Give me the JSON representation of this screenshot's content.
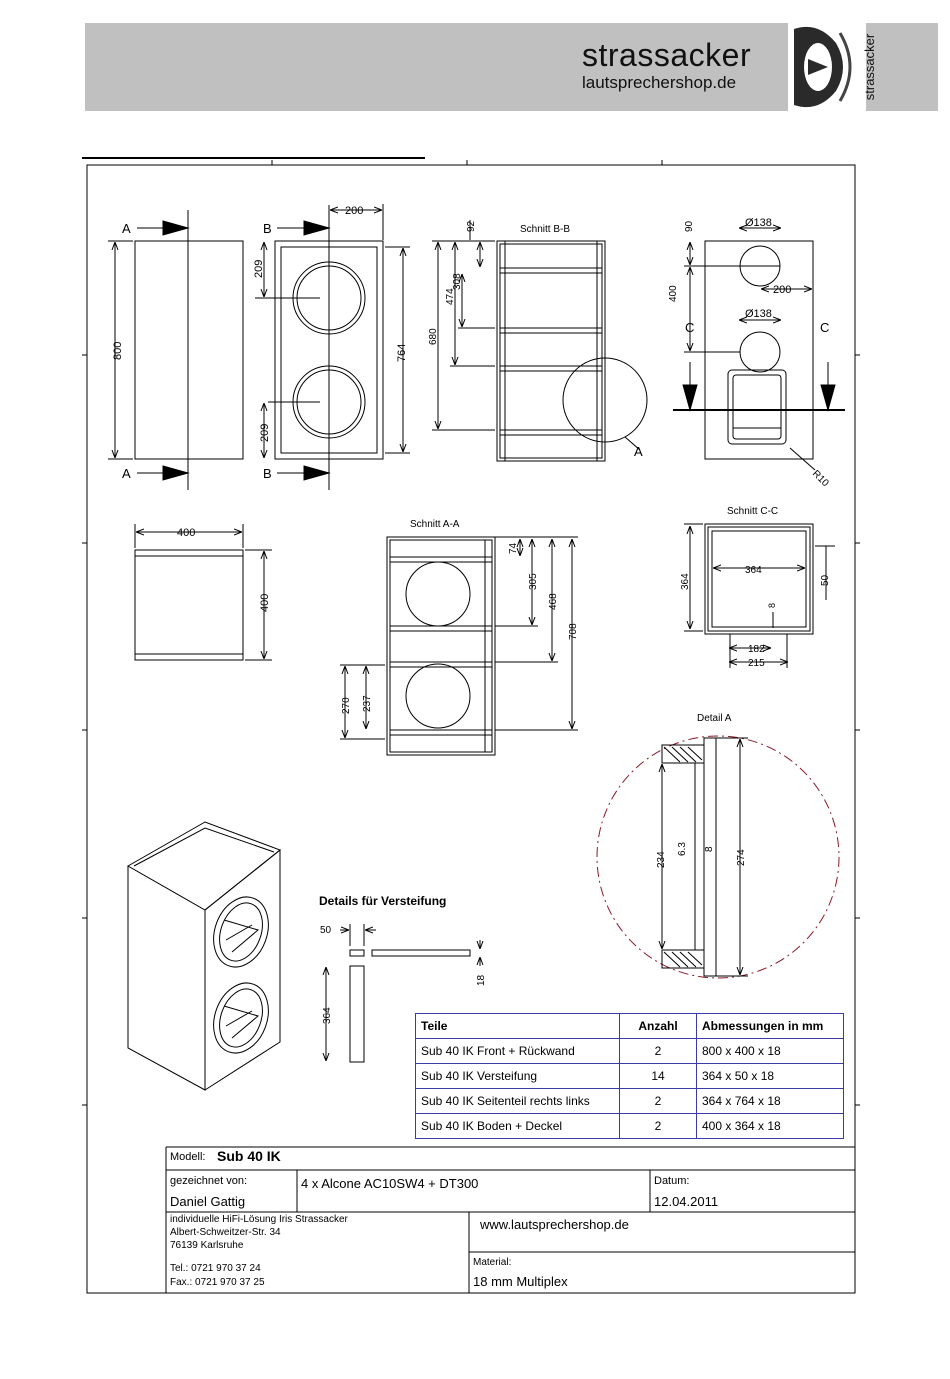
{
  "header": {
    "brand_name": "strassacker",
    "brand_url": "lautsprechershop.de",
    "logo_vertical_text": "strassacker",
    "logo_icon": "speaker-logo-icon",
    "banner_color": "#c0c0c0"
  },
  "drawing": {
    "front_view": {
      "section_a_label": "A",
      "section_b_label": "B",
      "height": "800",
      "width_top": "200",
      "top_offset": "209",
      "bottom_offset": "209",
      "inner_height": "764"
    },
    "schnitt_bb": {
      "title": "Schnitt B-B",
      "dim_top": "92",
      "dim_308": "308",
      "dim_474": "474",
      "dim_680": "680",
      "detail_label": "A"
    },
    "back_view": {
      "dia_top": "Ø138",
      "dia_bottom": "Ø138",
      "dim_90": "90",
      "dim_400": "400",
      "dim_200": "200",
      "section_c_label": "C",
      "radius": "R10"
    },
    "top_view": {
      "width": "400",
      "depth": "400"
    },
    "schnitt_aa": {
      "title": "Schnitt A-A",
      "dim_74": "74",
      "dim_305": "305",
      "dim_468": "468",
      "dim_708": "708",
      "dim_270": "270",
      "dim_237": "237"
    },
    "schnitt_cc": {
      "title": "Schnitt C-C",
      "dim_364_v": "364",
      "dim_364_h": "364",
      "dim_50": "50",
      "dim_8": "8",
      "dim_182": "182",
      "dim_215": "215"
    },
    "detail_a": {
      "title": "Detail A",
      "dim_234": "234",
      "dim_63": "6.3",
      "dim_8": "8",
      "dim_274": "274"
    },
    "versteifung": {
      "title": "Details für Versteifung",
      "dim_50": "50",
      "dim_18": "18",
      "dim_364": "364"
    }
  },
  "parts_table": {
    "headers": [
      "Teile",
      "Anzahl",
      "Abmessungen in mm"
    ],
    "rows": [
      [
        "Sub 40 IK Front + Rückwand",
        "2",
        "800 x 400 x 18"
      ],
      [
        "Sub 40 IK Versteifung",
        "14",
        "364 x 50 x 18"
      ],
      [
        "Sub 40 IK  Seitenteil rechts links",
        "2",
        "364 x 764 x 18"
      ],
      [
        "Sub 40 IK Boden + Deckel",
        "2",
        "400 x 364 x 18"
      ]
    ]
  },
  "title_block": {
    "model_label": "Modell:",
    "model_value": "Sub 40 IK",
    "drawn_by_label": "gezeichnet von:",
    "drawn_by_value": "Daniel Gattig",
    "components": "4 x Alcone AC10SW4 + DT300",
    "date_label": "Datum:",
    "date_value": "12.04.2011",
    "company_line1": "individuelle HiFi-Lösung Iris Strassacker",
    "company_line2": "Albert-Schweitzer-Str. 34",
    "company_line3": "76139 Karlsruhe",
    "phone": "Tel.: 0721 970 37 24",
    "fax": "Fax.: 0721 970 37 25",
    "website": "www.lautsprechershop.de",
    "material_label": "Material:",
    "material_value": "18 mm Multiplex"
  }
}
